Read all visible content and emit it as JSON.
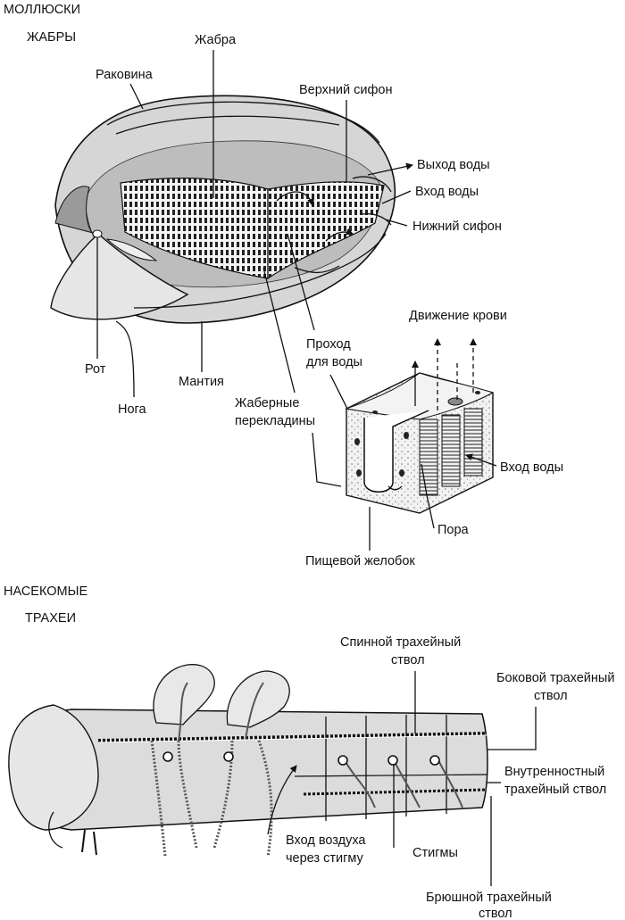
{
  "sections": {
    "mollusks": {
      "title": "МОЛЛЮСКИ",
      "subtitle": "ЖАБРЫ"
    },
    "insects": {
      "title": "НАСЕКОМЫЕ",
      "subtitle": "ТРАХЕИ"
    }
  },
  "labels": {
    "gill": "Жабра",
    "shell": "Раковина",
    "upper_siphon": "Верхний сифон",
    "water_out": "Выход воды",
    "water_in": "Вход воды",
    "lower_siphon": "Нижний сифон",
    "blood_flow": "Движение крови",
    "water_passage_1": "Проход",
    "water_passage_2": "для воды",
    "mouth": "Рот",
    "foot": "Нога",
    "mantle": "Мантия",
    "gill_bars_1": "Жаберные",
    "gill_bars_2": "перекладины",
    "water_in_detail": "Вход воды",
    "pore": "Пора",
    "food_groove": "Пищевой желобок",
    "dorsal_trunk_1": "Спинной трахейный",
    "dorsal_trunk_2": "ствол",
    "lateral_trunk_1": "Боковой трахейный",
    "lateral_trunk_2": "ствол",
    "visceral_trunk_1": "Внутренностный",
    "visceral_trunk_2": "трахейный ствол",
    "air_entry_1": "Вход воздуха",
    "air_entry_2": "через стигму",
    "stigmata": "Стигмы",
    "ventral_trunk_1": "Брюшной трахейный",
    "ventral_trunk_2": "ствол"
  },
  "colors": {
    "ink": "#111111",
    "body_fill": "#d9d9d9",
    "light_fill": "#ececec",
    "dark_fill": "#9a9a9a"
  }
}
